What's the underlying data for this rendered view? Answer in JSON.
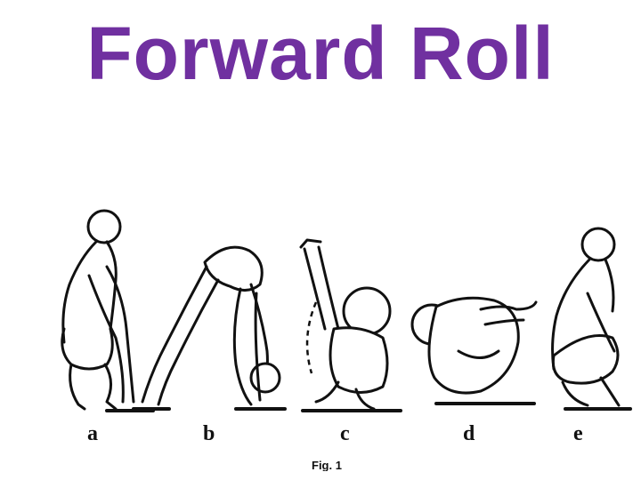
{
  "title": "Forward Roll",
  "colors": {
    "title": "#7030a0",
    "ink": "#111111",
    "background": "#ffffff"
  },
  "figure": {
    "labels": [
      "a",
      "b",
      "c",
      "d",
      "e"
    ],
    "caption": "Fig. 1"
  }
}
